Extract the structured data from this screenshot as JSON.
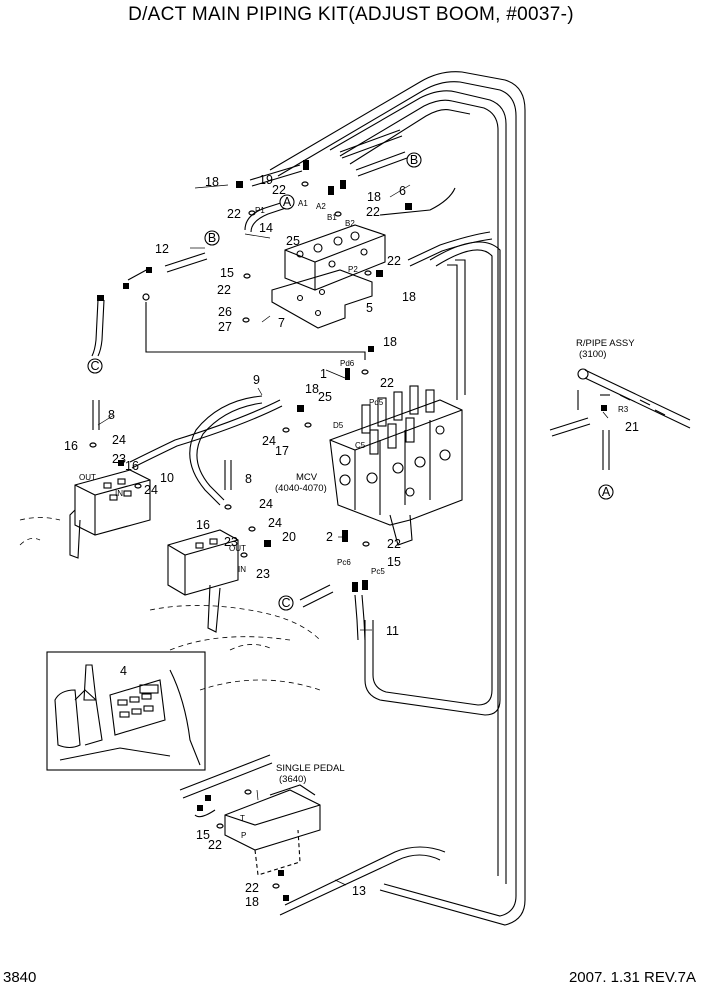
{
  "title": "D/ACT MAIN PIPING KIT(ADJUST BOOM, #0037-)",
  "footer": {
    "page": "3840",
    "revision": "2007. 1.31  REV.7A"
  },
  "notes": {
    "mcv": [
      "MCV",
      "(4040-4070)"
    ],
    "rpipe": [
      "R/PIPE ASSY",
      "(3100)"
    ],
    "pedal": [
      "SINGLE PEDAL",
      "(3640)"
    ]
  },
  "port_labels": {
    "pd6": "Pd6",
    "pd5": "Pd5",
    "c5": "C5",
    "d5": "D5",
    "pc6": "Pc6",
    "pc5": "Pc5",
    "a1": "A1",
    "a2": "A2",
    "b1": "B1",
    "b2": "B2",
    "p1": "P1",
    "p2": "P2",
    "r3": "R3",
    "out1": "OUT",
    "in1": "IN",
    "out2": "OUT",
    "in2": "IN",
    "t": "T",
    "p": "P"
  },
  "circles": {
    "a": "A",
    "b": "B",
    "c": "C"
  },
  "callouts": {
    "c1": "1",
    "c2": "2",
    "c4": "4",
    "c5": "5",
    "c6": "6",
    "c7": "7",
    "c8a": "8",
    "c8b": "8",
    "c9": "9",
    "c10": "10",
    "c11": "11",
    "c12": "12",
    "c13": "13",
    "c14": "14",
    "c15a": "15",
    "c15b": "15",
    "c15c": "15",
    "c16a": "16",
    "c16b": "16",
    "c16c": "16",
    "c17": "17",
    "c18a": "18",
    "c18b": "18",
    "c18c": "18",
    "c18d": "18",
    "c18e": "18",
    "c18f": "18",
    "c19": "19",
    "c20": "20",
    "c21": "21",
    "c22a": "22",
    "c22b": "22",
    "c22c": "22",
    "c22d": "22",
    "c22e": "22",
    "c22f": "22",
    "c22g": "22",
    "c22h": "22",
    "c22i": "22",
    "c23a": "23",
    "c23b": "23",
    "c23c": "23",
    "c24a": "24",
    "c24b": "24",
    "c24c": "24",
    "c24d": "24",
    "c24e": "24",
    "c25a": "25",
    "c25b": "25",
    "c26": "26",
    "c27": "27"
  }
}
